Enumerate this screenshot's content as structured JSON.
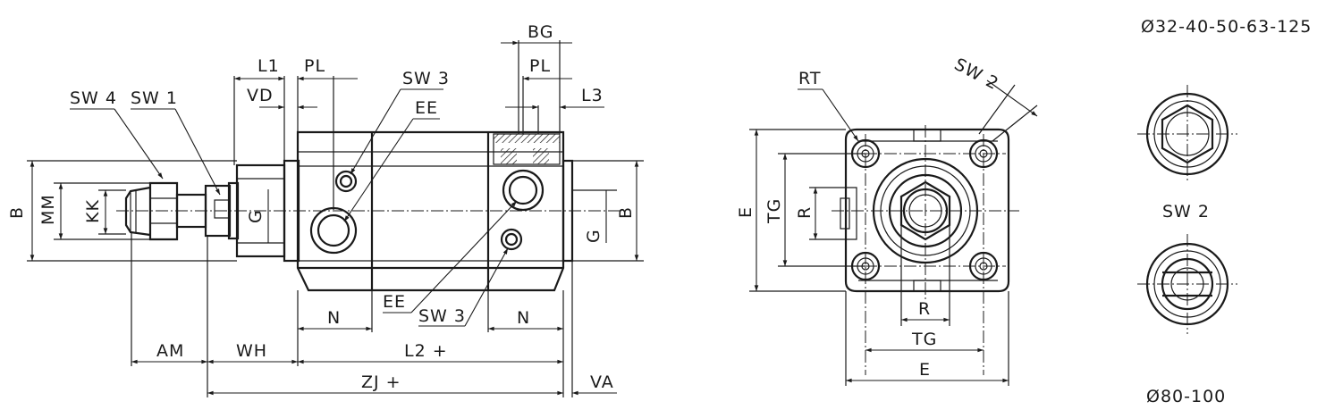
{
  "side_view": {
    "labels": {
      "sw4": "SW 4",
      "sw1": "SW 1",
      "l1": "L1",
      "pl_top": "PL",
      "vd": "VD",
      "sw3_top": "SW 3",
      "ee_top": "EE",
      "bg": "BG",
      "pl_right": "PL",
      "l3": "L3",
      "b_left": "B",
      "mm": "MM",
      "kk": "KK",
      "g_left": "G",
      "g_right": "G",
      "b_right": "B",
      "n_left": "N",
      "ee_bottom": "EE",
      "sw3_bottom": "SW 3",
      "n_right": "N",
      "am": "AM",
      "wh": "WH",
      "l2": "L2  +",
      "zj": "ZJ  +",
      "va": "VA"
    }
  },
  "end_view": {
    "labels": {
      "rt": "RT",
      "sw2": "SW 2",
      "e_left": "E",
      "tg_left": "TG",
      "r_left": "R",
      "r_bottom": "R",
      "tg_bottom": "TG",
      "e_bottom": "E"
    }
  },
  "detail_views": {
    "size_range_top": "Ø32-40-50-63-125",
    "sw2_label": "SW 2",
    "size_range_bottom": "Ø80-100"
  }
}
